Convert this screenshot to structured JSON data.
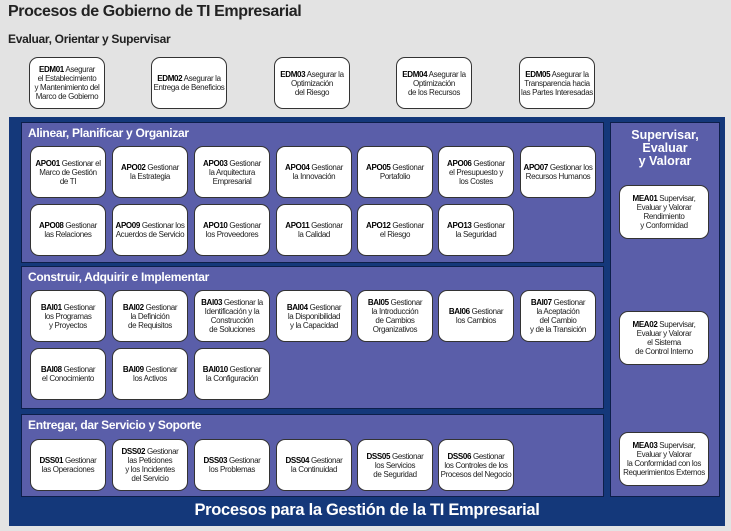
{
  "title": "Procesos de Gobierno de TI Empresarial",
  "subtitle": "Evaluar, Orientar y Supervisar",
  "edm": [
    {
      "code": "EDM01",
      "text": " Asegurar\nel Establecimiento\ny Mantenimiento del\nMarco de Gobierno"
    },
    {
      "code": "EDM02",
      "text": " Asegurar la\nEntrega de Beneficios"
    },
    {
      "code": "EDM03",
      "text": " Asegurar la\nOptimización\ndel Riesgo"
    },
    {
      "code": "EDM04",
      "text": " Asegurar la\nOptimización\nde los Recursos"
    },
    {
      "code": "EDM05",
      "text": " Asegurar la\nTransparencia hacia\nlas Partes Interesadas"
    }
  ],
  "apo": {
    "title": "Alinear, Planificar y Organizar",
    "items": [
      {
        "code": "APO01",
        "text": " Gestionar el\nMarco de Gestión\nde TI"
      },
      {
        "code": "APO02",
        "text": " Gestionar\nla Estrategia"
      },
      {
        "code": "APO03",
        "text": " Gestionar\nla Arquitectura\nEmpresarial"
      },
      {
        "code": "APO04",
        "text": " Gestionar\nla Innovación"
      },
      {
        "code": "APO05",
        "text": " Gestionar\nPortafolio"
      },
      {
        "code": "APO06",
        "text": " Gestionar\nel Presupuesto y\nlos Costes"
      },
      {
        "code": "APO07",
        "text": " Gestionar los\nRecursos Humanos"
      },
      {
        "code": "APO08",
        "text": " Gestionar\nlas Relaciones"
      },
      {
        "code": "APO09",
        "text": " Gestionar los\nAcuerdos de Servicio"
      },
      {
        "code": "APO10",
        "text": " Gestionar\nlos Proveedores"
      },
      {
        "code": "APO11",
        "text": " Gestionar\nla Calidad"
      },
      {
        "code": "APO12",
        "text": " Gestionar\nel Riesgo"
      },
      {
        "code": "APO13",
        "text": " Gestionar\nla Seguridad"
      }
    ]
  },
  "bai": {
    "title": "Construir, Adquirir e Implementar",
    "items": [
      {
        "code": "BAI01",
        "text": " Gestionar\nlos Programas\ny Proyectos"
      },
      {
        "code": "BAI02",
        "text": " Gestionar\nla Definición\nde Requisitos"
      },
      {
        "code": "BAI03",
        "text": " Gestionar la\nIdentificación y la\nConstrucción\nde Soluciones"
      },
      {
        "code": "BAI04",
        "text": " Gestionar\nla Disponibilidad\ny la Capacidad"
      },
      {
        "code": "BAI05",
        "text": " Gestionar\nla Introducción\nde Cambios\nOrganizativos"
      },
      {
        "code": "BAI06",
        "text": " Gestionar\nlos Cambios"
      },
      {
        "code": "BAI07",
        "text": " Gestionar\nla Aceptación\ndel Cambio\ny de la Transición"
      },
      {
        "code": "BAI08",
        "text": " Gestionar\nel Conocimiento"
      },
      {
        "code": "BAI09",
        "text": " Gestionar\nlos Activos"
      },
      {
        "code": "BAI010",
        "text": " Gestionar\nla Configuración"
      }
    ]
  },
  "dss": {
    "title": "Entregar, dar Servicio y Soporte",
    "items": [
      {
        "code": "DSS01",
        "text": " Gestionar\nlas Operaciones"
      },
      {
        "code": "DSS02",
        "text": " Gestionar\nlas Peticiones\ny los Incidentes\ndel Servicio"
      },
      {
        "code": "DSS03",
        "text": " Gestionar\nlos Problemas"
      },
      {
        "code": "DSS04",
        "text": " Gestionar\nla Continuidad"
      },
      {
        "code": "DSS05",
        "text": " Gestionar\nlos Servicios\nde Seguridad"
      },
      {
        "code": "DSS06",
        "text": " Gestionar\nlos Controles de los\nProcesos del Negocio"
      }
    ]
  },
  "mea": {
    "title": "Supervisar,\nEvaluar\ny Valorar",
    "items": [
      {
        "code": "MEA01",
        "text": " Supervisar,\nEvaluar y Valorar\nRendimiento\ny Conformidad"
      },
      {
        "code": "MEA02",
        "text": " Supervisar,\nEvaluar y Valorar\nel Sistema\nde Control Interno"
      },
      {
        "code": "MEA03",
        "text": " Supervisar,\nEvaluar y Valorar\nla Conformidad con los\nRequerimientos Externos"
      }
    ]
  },
  "footer": "Procesos para la Gestión de la TI Empresarial"
}
